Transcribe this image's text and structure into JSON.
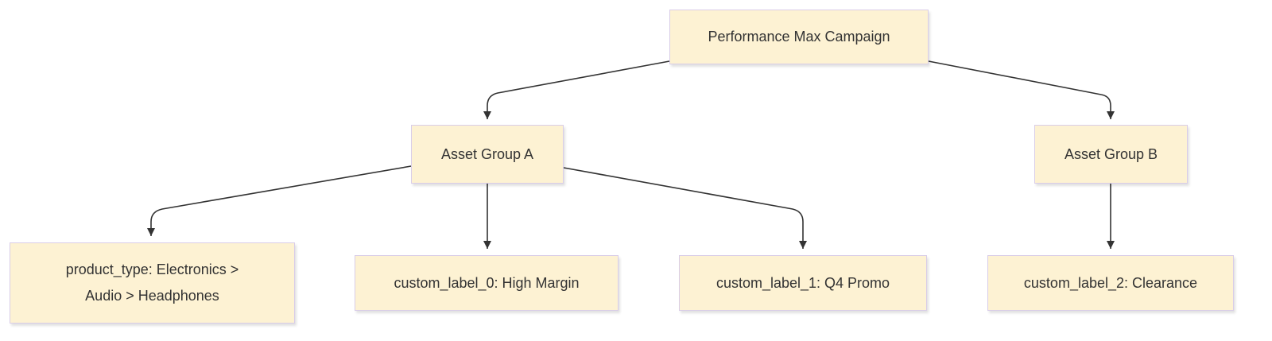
{
  "diagram": {
    "type": "tree",
    "nodes": [
      {
        "id": "campaign",
        "label": "Performance Max Campaign"
      },
      {
        "id": "group_a",
        "label": "Asset Group A"
      },
      {
        "id": "group_b",
        "label": "Asset Group B"
      },
      {
        "id": "product",
        "label_line1": "product_type: Electronics >",
        "label_line2": "Audio > Headphones"
      },
      {
        "id": "label0",
        "label": "custom_label_0: High Margin"
      },
      {
        "id": "label1",
        "label": "custom_label_1: Q4 Promo"
      },
      {
        "id": "label2",
        "label": "custom_label_2: Clearance"
      }
    ],
    "edges": [
      {
        "from": "campaign",
        "to": "group_a"
      },
      {
        "from": "campaign",
        "to": "group_b"
      },
      {
        "from": "group_a",
        "to": "product"
      },
      {
        "from": "group_a",
        "to": "label0"
      },
      {
        "from": "group_a",
        "to": "label1"
      },
      {
        "from": "group_b",
        "to": "label2"
      }
    ],
    "colors": {
      "node_fill": "#fdf2d3",
      "node_border": "#d9cde8",
      "edge": "#333333",
      "text": "#333333"
    }
  }
}
